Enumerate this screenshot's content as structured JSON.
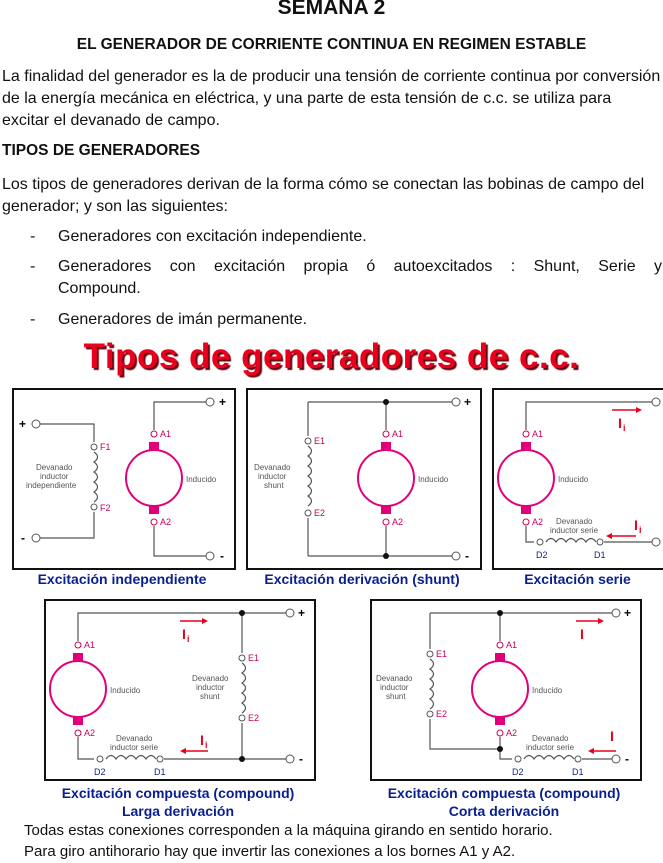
{
  "header": {
    "week": "SEMANA 2",
    "subtitle": "EL GENERADOR DE CORRIENTE CONTINUA EN REGIMEN ESTABLE"
  },
  "intro": "La finalidad del generador es la de producir una tensión de corriente continua por conversión de la energía mecánica en eléctrica, y una parte de esta tensión de c.c. se utiliza para excitar el devanado de campo.",
  "types_heading": "TIPOS DE GENERADORES",
  "types_intro": "Los tipos de generadores derivan de la forma cómo se conectan las bobinas de campo del generador; y son las siguientes:",
  "list": {
    "dash": "-",
    "item1": "Generadores con excitación independiente.",
    "item2a": "Generadores con excitación propia ó autoexcitados : Shunt, Serie y",
    "item2b": "Compound.",
    "item3": "Generadores de imán permanente."
  },
  "figure": {
    "banner": "Tipos de generadores de c.c.",
    "labels": {
      "plus": "+",
      "minus": "-",
      "a1": "A1",
      "a2": "A2",
      "f1": "F1",
      "f2": "F2",
      "e1": "E1",
      "e2": "E2",
      "d1": "D1",
      "d2": "D2",
      "current": "I",
      "current_sub": "i",
      "inducido": "Inducido",
      "dev": "Devanado",
      "inductor": "inductor",
      "independiente": "independiente",
      "shunt": "shunt",
      "serie": "serie",
      "inductor_serie": "inductor serie"
    },
    "captions": {
      "independiente": "Excitación independiente",
      "shunt": "Excitación derivación (shunt)",
      "serie": "Excitación serie",
      "compound_long_1": "Excitación compuesta (compound)",
      "compound_long_2": "Larga derivación",
      "compound_short_1": "Excitación compuesta (compound)",
      "compound_short_2": "Corta derivación"
    }
  },
  "footer": {
    "line1": "Todas estas conexiones corresponden a la máquina girando en sentido horario.",
    "line2": "Para giro antihorario hay que invertir las conexiones a los bornes A1 y A2."
  },
  "colors": {
    "banner_red": "#e8001c",
    "caption_blue": "#0a1f8f",
    "terminal_magenta": "#c8005a"
  }
}
